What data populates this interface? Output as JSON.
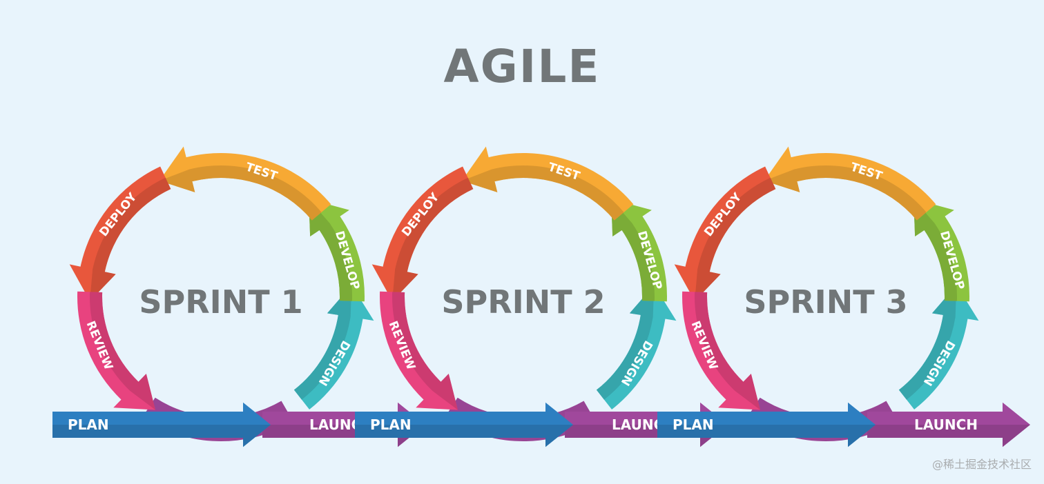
{
  "title": "AGILE",
  "watermark": "@稀土掘金技术社区",
  "sprints": [
    {
      "label": "SPRINT 1",
      "stages": {
        "test": "TEST",
        "develop": "DEVELOP",
        "design": "DESIGN",
        "review": "REVIEW",
        "deploy": "DEPLOY"
      },
      "plan": "PLAN",
      "launch": "LAUNCH"
    },
    {
      "label": "SPRINT 2",
      "stages": {
        "test": "TEST",
        "develop": "DEVELOP",
        "design": "DESIGN",
        "review": "REVIEW",
        "deploy": "DEPLOY"
      },
      "plan": "PLAN",
      "launch": "LAUNCH"
    },
    {
      "label": "SPRINT 3",
      "stages": {
        "test": "TEST",
        "develop": "DEVELOP",
        "design": "DESIGN",
        "review": "REVIEW",
        "deploy": "DEPLOY"
      },
      "plan": "PLAN",
      "launch": "LAUNCH"
    }
  ],
  "colors": {
    "background": "#e8f4fc",
    "text": "#717678",
    "test": "#f7a934",
    "develop": "#8cc43f",
    "design": "#3dbcc2",
    "review": "#e8437f",
    "deploy": "#e8573c",
    "plan": "#2d7fc1",
    "launch": "#a0489c"
  }
}
